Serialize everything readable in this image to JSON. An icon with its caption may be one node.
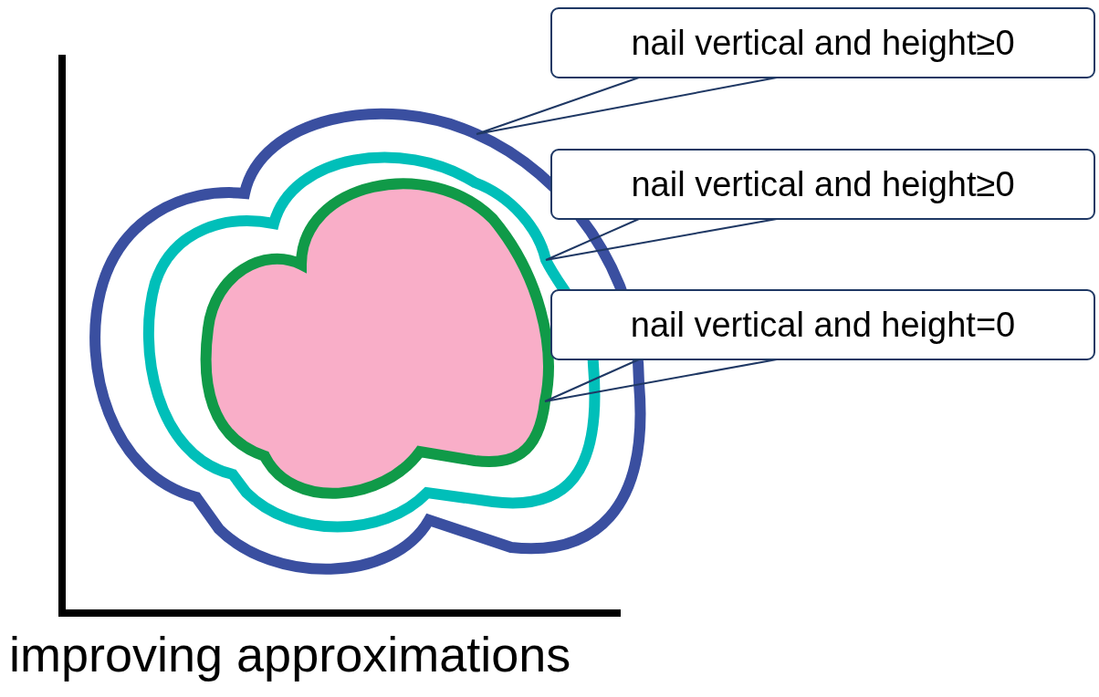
{
  "diagram": {
    "nodes": [
      {
        "text": [],
        "shape": "cloud"
      },
      {
        "text": [],
        "shape": "cloud",
        "in": 0
      },
      {
        "text": [],
        "shape": "cloud",
        "in": 1
      },
      {
        "text": [
          "nail vertical and height≥0"
        ]
      },
      {
        "text": [
          "nail vertical and height≥0"
        ]
      },
      {
        "text": [
          "nail vertical and height=0"
        ]
      }
    ],
    "edges": [
      {
        "from": 3,
        "to": 0,
        "arrow": "none"
      },
      {
        "from": 4,
        "to": 1,
        "arrow": "none"
      },
      {
        "from": 5,
        "to": 2,
        "arrow": "none"
      }
    ],
    "labels": [
      "improving approximations"
    ]
  }
}
